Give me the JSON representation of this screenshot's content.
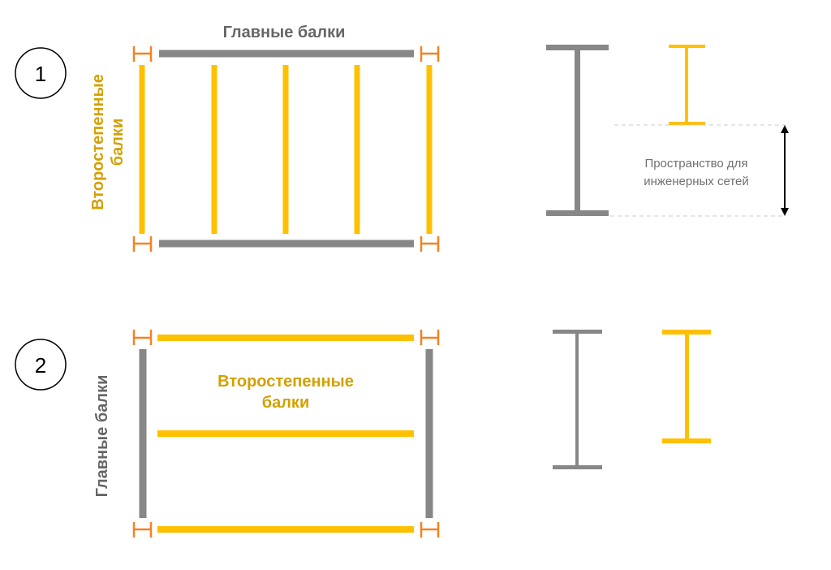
{
  "colors": {
    "main_beam": "#878787",
    "secondary_beam": "#ffc000",
    "support": "#f58220",
    "secondary_label": "#d4a000",
    "main_label": "#666666",
    "note_text": "#707070",
    "dashed_guide": "#cccccc",
    "arrow": "#000000"
  },
  "scheme1": {
    "number": "1",
    "main_label": "Главные балки",
    "secondary_label_line1": "Второстепенные",
    "secondary_label_line2": "балки",
    "space_label_line1": "Пространство для",
    "space_label_line2": "инженерных сетей"
  },
  "scheme2": {
    "number": "2",
    "main_label": "Главные балки",
    "secondary_label_line1": "Второстепенные",
    "secondary_label_line2": "балки"
  }
}
